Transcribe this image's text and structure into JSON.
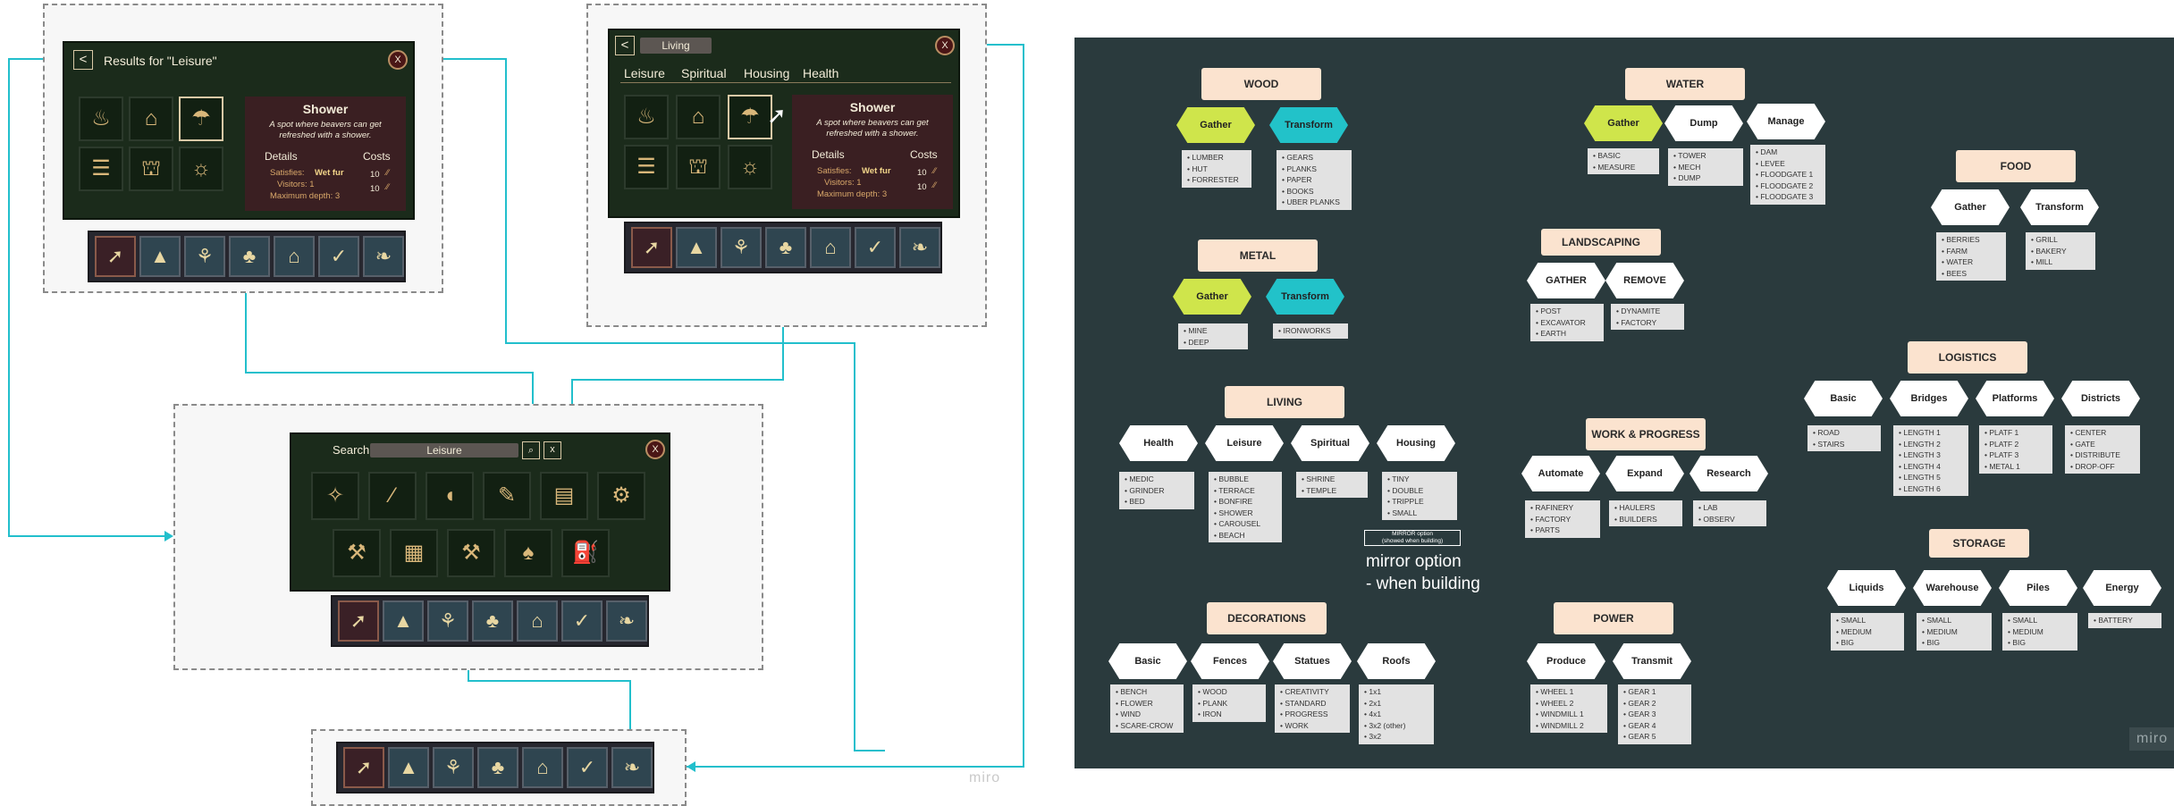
{
  "colors": {
    "connector": "#22bfcc",
    "board_bg": "#2a3a3d",
    "panel_bg": "#1b2b1b",
    "section_header": "#fbe3cf",
    "gather": "#cfe54b",
    "transform": "#22c2c9"
  },
  "results_panel": {
    "back": "<",
    "title": "Results for \"Leisure\"",
    "close": "X",
    "icons": [
      "campfire-icon",
      "bench-icon",
      "shower-icon",
      "terrace-icon",
      "carousel-icon",
      "beach-icon"
    ],
    "info": {
      "title": "Shower",
      "description": "A spot where beavers can get refreshed with a shower.",
      "details_label": "Details",
      "costs_label": "Costs",
      "satisfies_label": "Satisfies:",
      "satisfies_value": "Wet fur",
      "visitors": "Visitors: 1",
      "depth": "Maximum depth: 3",
      "cost1": "10",
      "cost2": "10"
    }
  },
  "living_panel": {
    "back": "<",
    "title": "Living",
    "close": "X",
    "tabs": [
      "Leisure",
      "Spiritual",
      "Housing",
      "Health"
    ],
    "info": {
      "title": "Shower",
      "description": "A spot where beavers can get refreshed with a shower.",
      "details_label": "Details",
      "costs_label": "Costs",
      "satisfies_label": "Satisfies:",
      "satisfies_value": "Wet fur",
      "visitors": "Visitors: 1",
      "depth": "Maximum depth: 3",
      "cost1": "10",
      "cost2": "10"
    }
  },
  "search_panel": {
    "label": "Search",
    "query": "Leisure",
    "clear": "x",
    "close": "X"
  },
  "toolbar_icons": [
    "cursor-icon",
    "fire-icon",
    "wheat-icon",
    "tree-icon",
    "house-icon",
    "badge-check-icon",
    "leaf-icon"
  ],
  "miro_label": "miro",
  "board": {
    "wood": {
      "title": "WOOD",
      "gather": "Gather",
      "transform": "Transform",
      "gather_items": [
        "LUMBER",
        "HUT",
        "FORRESTER"
      ],
      "transform_items": [
        "GEARS",
        "PLANKS",
        "PAPER",
        "BOOKS",
        "UBER PLANKS"
      ]
    },
    "water": {
      "title": "WATER",
      "gather": "Gather",
      "dump": "Dump",
      "manage": "Manage",
      "gather_items": [
        "BASIC",
        "MEASURE"
      ],
      "dump_items": [
        "TOWER",
        "MECH",
        "DUMP"
      ],
      "manage_items": [
        "DAM",
        "LEVEE",
        "FLOODGATE 1",
        "FLOODGATE 2",
        "FLOODGATE 3"
      ]
    },
    "food": {
      "title": "FOOD",
      "gather": "Gather",
      "transform": "Transform",
      "gather_items": [
        "BERRIES",
        "FARM",
        "WATER",
        "BEES"
      ],
      "transform_items": [
        "GRILL",
        "BAKERY",
        "MILL"
      ]
    },
    "metal": {
      "title": "METAL",
      "gather": "Gather",
      "transform": "Transform",
      "gather_items": [
        "MINE",
        "DEEP"
      ],
      "transform_items": [
        "IRONWORKS"
      ]
    },
    "landscaping": {
      "title": "LANDSCAPING",
      "gather": "GATHER",
      "remove": "REMOVE",
      "gather_items": [
        "POST",
        "EXCAVATOR",
        "EARTH"
      ],
      "remove_items": [
        "DYNAMITE",
        "FACTORY"
      ]
    },
    "logistics": {
      "title": "LOGISTICS",
      "basic": "Basic",
      "bridges": "Bridges",
      "platforms": "Platforms",
      "districts": "Districts",
      "basic_items": [
        "ROAD",
        "STAIRS"
      ],
      "bridges_items": [
        "LENGTH 1",
        "LENGTH 2",
        "LENGTH 3",
        "LENGTH 4",
        "LENGTH 5",
        "LENGTH 6"
      ],
      "platforms_items": [
        "PLATF 1",
        "PLATF 2",
        "PLATF 3",
        "METAL 1"
      ],
      "districts_items": [
        "CENTER",
        "GATE",
        "DISTRIBUTE",
        "DROP-OFF"
      ]
    },
    "living": {
      "title": "LIVING",
      "health": "Health",
      "leisure": "Leisure",
      "spiritual": "Spiritual",
      "housing": "Housing",
      "health_items": [
        "MEDIC",
        "GRINDER",
        "BED"
      ],
      "leisure_items": [
        "BUBBLE",
        "TERRACE",
        "BONFIRE",
        "SHOWER",
        "CAROUSEL",
        "BEACH"
      ],
      "spiritual_items": [
        "SHRINE",
        "TEMPLE"
      ],
      "housing_items": [
        "TINY",
        "DOUBLE",
        "TRIPPLE",
        "SMALL"
      ],
      "mirror_small_1": "MIRROR option",
      "mirror_small_2": "(showed when building)",
      "mirror_big_1": "mirror option",
      "mirror_big_2": "- when building"
    },
    "work": {
      "title": "WORK & PROGRESS",
      "automate": "Automate",
      "expand": "Expand",
      "research": "Research",
      "automate_items": [
        "RAFINERY",
        "FACTORY",
        "PARTS"
      ],
      "expand_items": [
        "HAULERS",
        "BUILDERS"
      ],
      "research_items": [
        "LAB",
        "OBSERV"
      ]
    },
    "storage": {
      "title": "STORAGE",
      "liquids": "Liquids",
      "warehouse": "Warehouse",
      "piles": "Piles",
      "energy": "Energy",
      "liquids_items": [
        "SMALL",
        "MEDIUM",
        "BIG"
      ],
      "warehouse_items": [
        "SMALL",
        "MEDIUM",
        "BIG"
      ],
      "piles_items": [
        "SMALL",
        "MEDIUM",
        "BIG"
      ],
      "energy_items": [
        "BATTERY"
      ]
    },
    "decorations": {
      "title": "DECORATIONS",
      "basic": "Basic",
      "fences": "Fences",
      "statues": "Statues",
      "roofs": "Roofs",
      "basic_items": [
        "BENCH",
        "FLOWER",
        "WIND",
        "SCARE-CROW"
      ],
      "fences_items": [
        "WOOD",
        "PLANK",
        "IRON"
      ],
      "statues_items": [
        "CREATIVITY",
        "STANDARD",
        "PROGRESS",
        "WORK"
      ],
      "roofs_items": [
        "1x1",
        "2x1",
        "4x1",
        "3x2 (other)",
        "3x2"
      ]
    },
    "power": {
      "title": "POWER",
      "produce": "Produce",
      "transmit": "Transmit",
      "produce_items": [
        "WHEEL 1",
        "WHEEL 2",
        "WINDMILL 1",
        "WINDMILL 2"
      ],
      "transmit_items": [
        "GEAR 1",
        "GEAR 2",
        "GEAR 3",
        "GEAR 4",
        "GEAR 5"
      ]
    }
  }
}
